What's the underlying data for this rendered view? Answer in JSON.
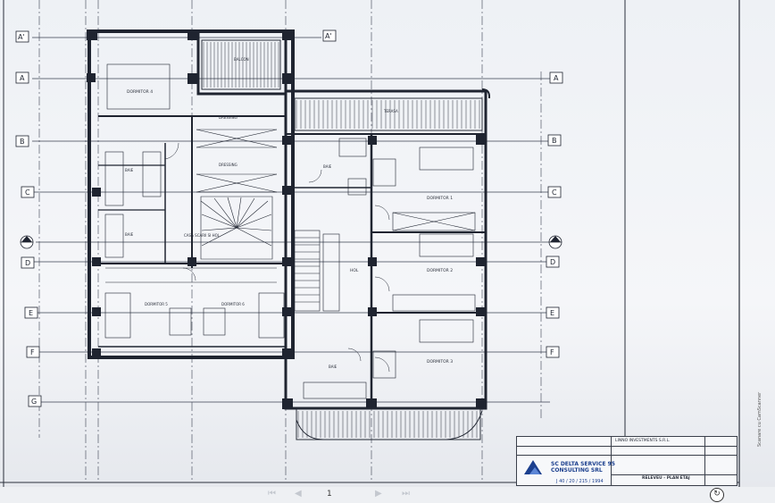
{
  "grid_rows": {
    "left": [
      "A'",
      "A",
      "B",
      "C",
      "D",
      "E",
      "F",
      "G"
    ],
    "right": [
      "A'",
      "A",
      "B",
      "C",
      "D",
      "E",
      "F"
    ]
  },
  "rooms": {
    "dormitor4": "DORMITOR 4",
    "dormitor1": "DORMITOR 1",
    "dormitor2": "DORMITOR 2",
    "dormitor3": "DORMITOR 3",
    "dormitor5": "DORMITOR 5",
    "dormitor6": "DORMITOR 6",
    "dressing1": "DRESSING",
    "dressing2": "DRESSING",
    "baie1": "BAIE",
    "baie2": "BAIE",
    "baie3": "BAIE",
    "baie4": "BAIE",
    "casa_scarii": "CASA SCARII SI HOL",
    "hol": "HOL",
    "terasa": "TERASA",
    "balcon": "BALCON"
  },
  "title_block": {
    "company_line1": "SC DELTA SERVICE 95",
    "company_line2": "CONSULTING SRL",
    "company_code": "J 40 / 20 / 215 / 1994",
    "client": "LINNO INVESTMENTS S.R.L.",
    "project": "RELEVEU - PLAN ETAJ"
  },
  "viewer": {
    "page_number": "1",
    "side_text": "Scanare cu CamScanner"
  },
  "colors": {
    "wall": "#1f2430",
    "line": "#3a4050",
    "paper": "#f4f6f9",
    "accent": "#1b3f8e"
  }
}
